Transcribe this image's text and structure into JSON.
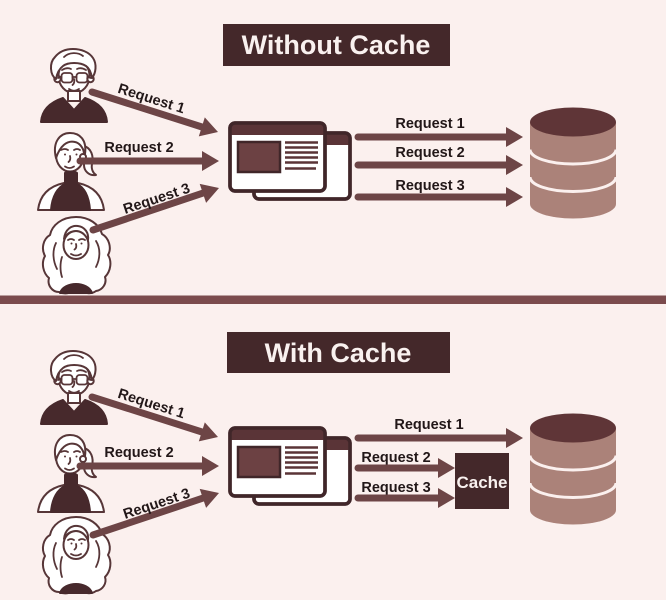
{
  "sections": {
    "top": {
      "title": "Without Cache",
      "client_requests": [
        "Request 1",
        "Request 2",
        "Request 3"
      ],
      "server_requests": [
        "Request 1",
        "Request 2",
        "Request 3"
      ]
    },
    "bottom": {
      "title": "With Cache",
      "client_requests": [
        "Request 1",
        "Request 2",
        "Request 3"
      ],
      "server_requests": [
        "Request 1",
        "Request 2",
        "Request 3"
      ],
      "cache_label": "Cache"
    }
  },
  "icons": {
    "users": [
      "user-avatar-glasses",
      "user-avatar-short-hair",
      "user-avatar-long-hair"
    ],
    "server": "browser-windows-icon",
    "database": "database-cylinder-icon",
    "cache": "cache-box"
  },
  "colors": {
    "background": "#fbf0ee",
    "dark_maroon": "#44282a",
    "arrow_brown": "#6d4546",
    "divider": "#7b4b4d",
    "label_text": "#221718",
    "title_text": "#f9f1ef",
    "database_body": "#ab8279",
    "database_top": "#5f3537",
    "line_art": "#573638",
    "window_bar": "#5a3437",
    "window_image": "#6c4143",
    "window_outline": "#402629"
  }
}
